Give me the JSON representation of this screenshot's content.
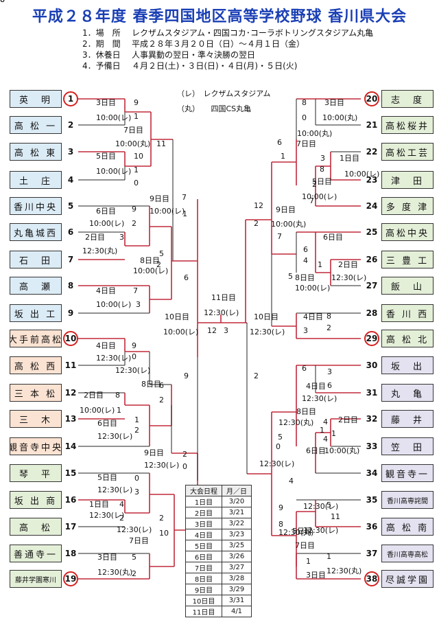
{
  "header": {
    "title": "平成２８年度 春季四国地区高等学校野球 香川県大会",
    "info": [
      {
        "label": "1．場　所",
        "value": "レクザムスタジアム・四国コカ･コーラボトリングスタジアム丸亀"
      },
      {
        "label": "2．期　間",
        "value": "平成２８年３月２０日（日）～４月１日（金）"
      },
      {
        "label": "3．休養日",
        "value": "人事異動の翌日・準々決勝の翌日"
      },
      {
        "label": "4．予備日",
        "value": "４月２日(土)・３日(日)・４日(月)・５日(火)"
      }
    ],
    "venue_rex": "（レ）　レクザムスタジアム",
    "venue_maru": "（丸）　　四国CS丸亀"
  },
  "teams": [
    {
      "id": 1,
      "name": "英　明",
      "seed": true,
      "color": "#dcecf6"
    },
    {
      "id": 2,
      "name": "高 松 一",
      "seed": false,
      "color": "#dcecf6"
    },
    {
      "id": 3,
      "name": "高 松 東",
      "seed": false,
      "color": "#dcecf6"
    },
    {
      "id": 4,
      "name": "土　庄",
      "seed": false,
      "color": "#dcecf6"
    },
    {
      "id": 5,
      "name": "香川中央",
      "seed": false,
      "color": "#dcecf6"
    },
    {
      "id": 6,
      "name": "丸亀城西",
      "seed": false,
      "color": "#dcecf6"
    },
    {
      "id": 7,
      "name": "石　田",
      "seed": false,
      "color": "#dcecf6"
    },
    {
      "id": 8,
      "name": "高　瀬",
      "seed": false,
      "color": "#dcecf6"
    },
    {
      "id": 9,
      "name": "坂 出 工",
      "seed": false,
      "color": "#dcecf6"
    },
    {
      "id": 10,
      "name": "大手前高松",
      "seed": true,
      "color": "#fbe3d3"
    },
    {
      "id": 11,
      "name": "高 松 西",
      "seed": false,
      "color": "#fbe3d3"
    },
    {
      "id": 12,
      "name": "三 本 松",
      "seed": false,
      "color": "#fbe3d3"
    },
    {
      "id": 13,
      "name": "三　木",
      "seed": false,
      "color": "#fbe3d3"
    },
    {
      "id": 14,
      "name": "観音寺中央",
      "seed": false,
      "color": "#fbe3d3"
    },
    {
      "id": 15,
      "name": "琴　平",
      "seed": false,
      "color": "#e4efd8"
    },
    {
      "id": 16,
      "name": "坂 出 商",
      "seed": false,
      "color": "#e4efd8"
    },
    {
      "id": 17,
      "name": "高　松",
      "seed": false,
      "color": "#e4efd8"
    },
    {
      "id": 18,
      "name": "善通寺一",
      "seed": false,
      "color": "#e4efd8"
    },
    {
      "id": 19,
      "name": "藤井学園寒川",
      "seed": true,
      "color": "#e4efd8"
    },
    {
      "id": 20,
      "name": "志　度",
      "seed": true,
      "color": "#e4efd8"
    },
    {
      "id": 21,
      "name": "高松桜井",
      "seed": false,
      "color": "#e4efd8"
    },
    {
      "id": 22,
      "name": "高松工芸",
      "seed": false,
      "color": "#e4efd8"
    },
    {
      "id": 23,
      "name": "津　田",
      "seed": false,
      "color": "#e4efd8"
    },
    {
      "id": 24,
      "name": "多 度 津",
      "seed": false,
      "color": "#e4efd8"
    },
    {
      "id": 25,
      "name": "高松中央",
      "seed": false,
      "color": "#e4efd8"
    },
    {
      "id": 26,
      "name": "三 豊 工",
      "seed": false,
      "color": "#e4efd8"
    },
    {
      "id": 27,
      "name": "飯　山",
      "seed": false,
      "color": "#e4efd8"
    },
    {
      "id": 28,
      "name": "香 川 西",
      "seed": false,
      "color": "#e4efd8"
    },
    {
      "id": 29,
      "name": "高 松 北",
      "seed": true,
      "color": "#e4efd8"
    },
    {
      "id": 30,
      "name": "坂　出",
      "seed": false,
      "color": "#e4e2f0"
    },
    {
      "id": 31,
      "name": "丸　亀",
      "seed": false,
      "color": "#e4e2f0"
    },
    {
      "id": 32,
      "name": "藤　井",
      "seed": false,
      "color": "#e4e2f0"
    },
    {
      "id": 33,
      "name": "笠　田",
      "seed": false,
      "color": "#e4e2f0"
    },
    {
      "id": 34,
      "name": "観音寺一",
      "seed": false,
      "color": "#e4e2f0"
    },
    {
      "id": 35,
      "name": "香川高専詫間",
      "seed": false,
      "color": "#e4e2f0"
    },
    {
      "id": 36,
      "name": "高 松 南",
      "seed": false,
      "color": "#e4e2f0"
    },
    {
      "id": 37,
      "name": "香川高専高松",
      "seed": false,
      "color": "#e4e2f0"
    },
    {
      "id": 38,
      "name": "尽誠学園",
      "seed": true,
      "color": "#e4e2f0"
    }
  ],
  "labels": [
    "3日目",
    "10:00(レ)",
    "9",
    "1",
    "7日目",
    "10:00(丸)",
    "11",
    "5日目",
    "10:00(レ)",
    "10",
    "1",
    "0",
    "6日目",
    "10:00(レ)",
    "9",
    "2",
    "3",
    "2日目",
    "12:30(丸)",
    "9日目",
    "10:00(レ)",
    "7",
    "1",
    "8日目",
    "10:00(レ)",
    "5",
    "2",
    "4日目",
    "10:00(レ)",
    "7",
    "3",
    "6",
    "4日目",
    "12:30(レ)",
    "9",
    "0",
    "12:30(レ)",
    "8日目",
    "6",
    "2",
    "8",
    "2日目",
    "10:00(レ)",
    "1",
    "6日目",
    "12:30(レ)",
    "1",
    "2",
    "9日目",
    "12:30(レ)",
    "9",
    "2",
    "0",
    "5日目",
    "12:30(レ)",
    "0",
    "1日目",
    "12:30(レ)",
    "4",
    "3",
    "2",
    "12:30(レ)",
    "7日目",
    "2",
    "3日目",
    "12:30(丸)",
    "5",
    "2",
    "10",
    "11日目",
    "12:30(レ)",
    "12",
    "3",
    "10日目",
    "10:00(レ)",
    "10日目",
    "12:30(レ)",
    "8",
    "0",
    "3日目",
    "10:00(丸)",
    "10:00(丸)",
    "7日目",
    "6",
    "1",
    "3",
    "1日目",
    "8",
    "10:00(レ)",
    "5日目",
    "7",
    "2",
    "10:00(レ)",
    "12",
    "2",
    "9日目",
    "10:00(丸)",
    "7",
    "6日目",
    "6",
    "4",
    "2日目",
    "1",
    "12:30(レ)",
    "5",
    "8日目",
    "10:00(レ)",
    "8",
    "2",
    "4日目",
    "3",
    "2",
    "6",
    "3",
    "4日目",
    "6",
    "12:30(レ)",
    "8日目",
    "12:30(丸)",
    "5",
    "4",
    "4",
    "2日目",
    "1",
    "10:00(丸)",
    "1",
    "6日目",
    "4",
    "0",
    "12:30(レ)",
    "9",
    "12:30(レ)",
    "5",
    "11",
    "5日目",
    "12:30(レ)",
    "7日目",
    "1",
    "12:30(丸)",
    "1",
    "3日目",
    "12:30(丸)",
    "8",
    "8",
    "6"
  ],
  "schedule": {
    "headers": [
      "大会日程",
      "月／日"
    ],
    "rows": [
      [
        "1日目",
        "3/20"
      ],
      [
        "2日目",
        "3/21"
      ],
      [
        "3日目",
        "3/22"
      ],
      [
        "4日目",
        "3/23"
      ],
      [
        "5日目",
        "3/25"
      ],
      [
        "6日目",
        "3/26"
      ],
      [
        "7日目",
        "3/27"
      ],
      [
        "8日目",
        "3/28"
      ],
      [
        "9日目",
        "3/29"
      ],
      [
        "10日目",
        "3/31"
      ],
      [
        "11日目",
        "4/1"
      ]
    ]
  }
}
